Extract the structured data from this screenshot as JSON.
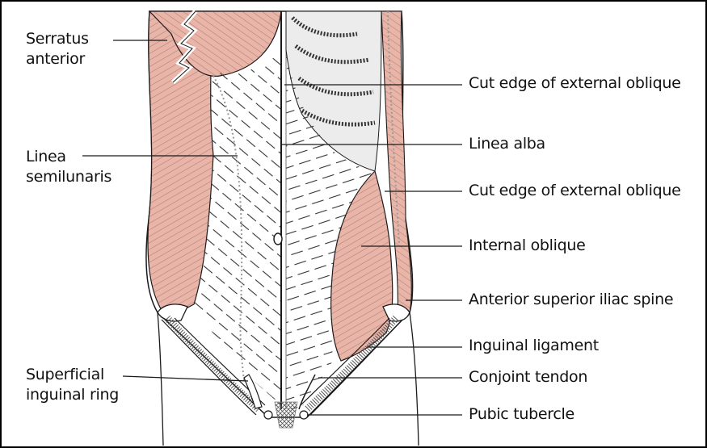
{
  "labels": {
    "serratus_line1": "Serratus",
    "serratus_line2": "anterior",
    "linea_semilunaris_line1": "Linea",
    "linea_semilunaris_line2": "semilunaris",
    "superficial_ring_line1": "Superficial",
    "superficial_ring_line2": "inguinal ring",
    "cut_edge_upper": "Cut edge of external oblique",
    "linea_alba": "Linea alba",
    "cut_edge_lower": "Cut edge of external oblique",
    "internal_oblique": "Internal oblique",
    "asis": "Anterior superior iliac spine",
    "inguinal_ligament": "Inguinal ligament",
    "conjoint_tendon": "Conjoint tendon",
    "pubic_tubercle": "Pubic tubercle"
  },
  "colors": {
    "muscle_pink": "#eab5a9",
    "fascia_gray": "#ececec",
    "ink": "#1a1a1a"
  }
}
